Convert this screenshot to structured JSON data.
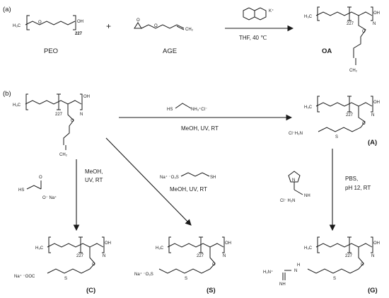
{
  "panels": {
    "a": "(a)",
    "b": "(b)"
  },
  "labels": {
    "peo": "PEO",
    "age": "AGE",
    "oa": "OA",
    "A": "(A)",
    "C": "(C)",
    "S": "(S)",
    "G": "(G)"
  },
  "text": {
    "h3c": "H₃C",
    "oh": "OH",
    "o": "O",
    "s": "S",
    "n": "N",
    "n227": "227",
    "plus": "+",
    "ch2": "CH₂",
    "ch2_terminal": "CH₂",
    "k_ion": "K⁺",
    "nh3cl": "NH₃⁺Cl⁻",
    "hs": "HS",
    "sh": "SH",
    "na_o": "O⁻ Na⁺",
    "na_so3": "Na⁺ ⁻O₃S",
    "na_ooc": "Na⁺ ⁻OOC",
    "clh3n": "Cl⁻H₃N",
    "cl_h2n": "Cl⁻ H₂N",
    "nh": "NH",
    "h": "H",
    "hn_plus": "H₂N⁺"
  },
  "conditions": {
    "rxn_a": "THF, 40 ℃",
    "cysteamine": "MeOH, UV, RT",
    "thioglycolate_1": "MeOH,",
    "thioglycolate_2": "UV, RT",
    "sulfonate": "MeOH, UV, RT",
    "pyrazole_1": "PBS,",
    "pyrazole_2": "pH 12, RT"
  }
}
